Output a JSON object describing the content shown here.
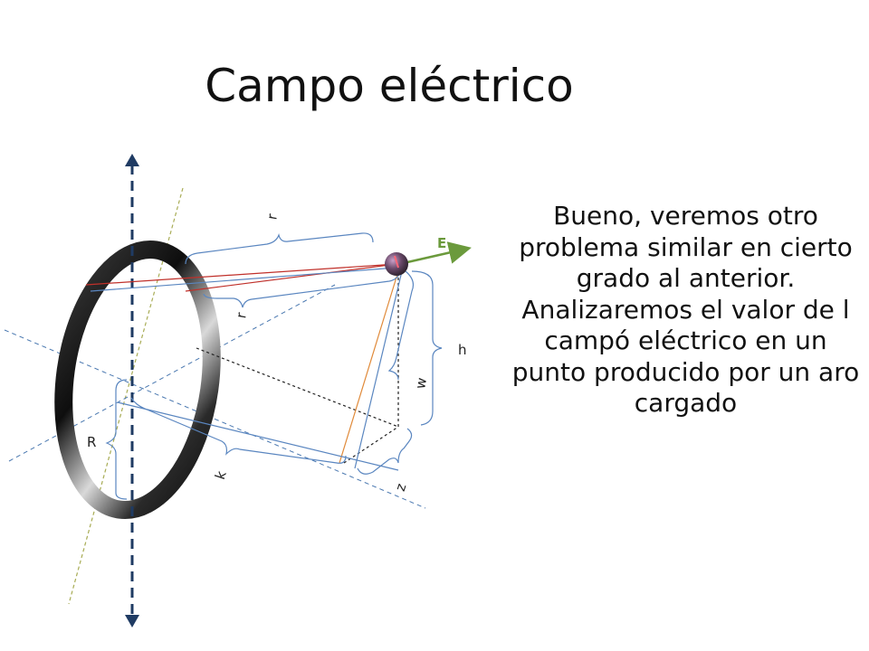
{
  "slide": {
    "title": "Campo eléctrico",
    "body": "Bueno, veremos otro problema similar en cierto grado al anterior. Analizaremos el valor de l campó eléctrico en un punto producido por un aro cargado"
  },
  "diagram": {
    "labels": {
      "r_top": "r",
      "r_mid": "r",
      "E": "E",
      "h": "h",
      "w": "w",
      "R": "R",
      "k": "k",
      "z": "z"
    },
    "colors": {
      "ring": "#1a1a1a",
      "axis": "#1f3b63",
      "guide_dashed": "#4a78b0",
      "yellow_dashed": "#a8ac55",
      "red_lines": "#c0302a",
      "blue_lines": "#5a86c0",
      "orange_line": "#e08a3a",
      "field_arrow": "#6b9a3c",
      "charge": "#5a4060"
    }
  }
}
